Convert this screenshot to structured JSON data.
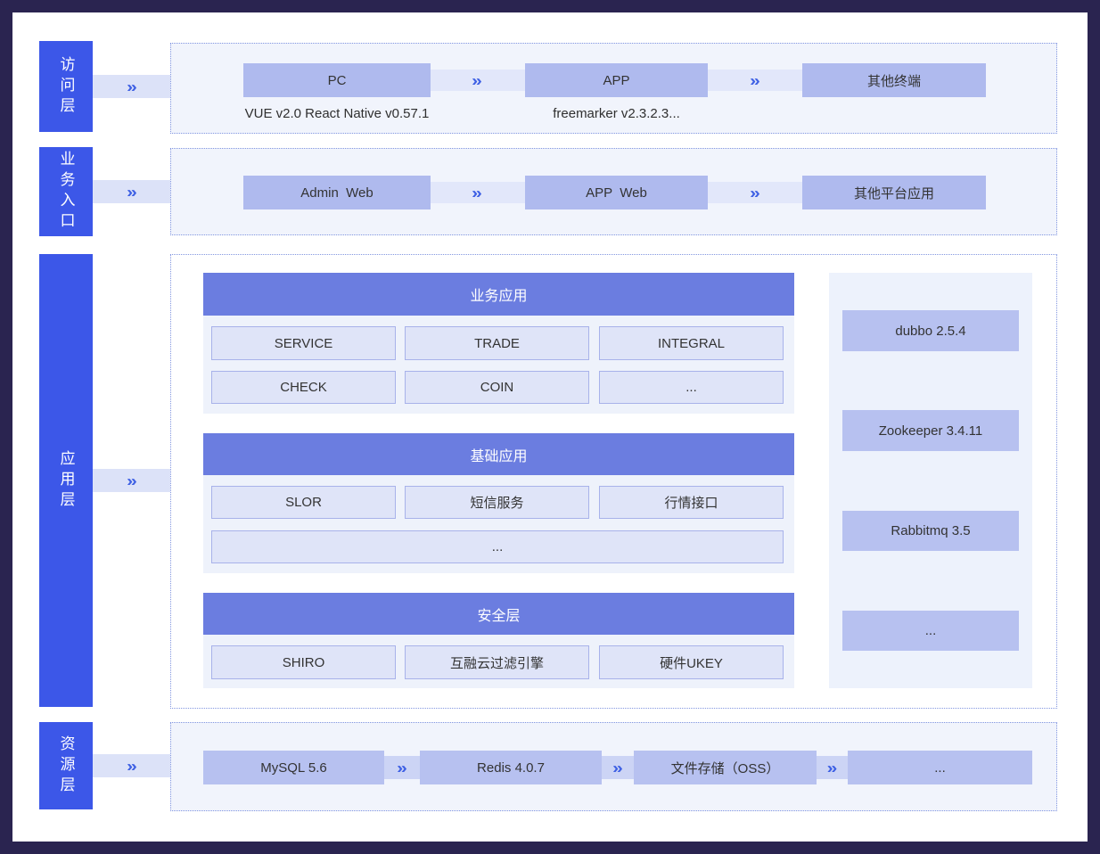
{
  "icons": {
    "chevron": "»"
  },
  "colors": {
    "frame": "#2a2450",
    "sidebar_blue": "#3c57e8",
    "section_header_purple": "#6b7de0",
    "box_periwinkle": "#afbaee",
    "chevron_blue": "#3e60e4"
  },
  "sidebar": {
    "layers": [
      {
        "label": "访问层"
      },
      {
        "label": "业务入口"
      },
      {
        "label": "应用层"
      },
      {
        "label": "资源层"
      }
    ]
  },
  "panels": {
    "access": {
      "boxes": [
        {
          "label": "PC",
          "note": "VUE v2.0 React Native v0.57.1"
        },
        {
          "label": "APP",
          "note": "freemarker v2.3.2.3..."
        },
        {
          "label": "其他终端"
        }
      ]
    },
    "entry": {
      "boxes": [
        {
          "label": "Admin  Web"
        },
        {
          "label": "APP  Web"
        },
        {
          "label": "其他平台应用"
        }
      ]
    },
    "application": {
      "sections": [
        {
          "title": "业务应用",
          "cells": [
            "SERVICE",
            "TRADE",
            "INTEGRAL",
            "CHECK",
            "COIN",
            "..."
          ]
        },
        {
          "title": "基础应用",
          "cells": [
            "SLOR",
            "短信服务",
            "行情接口"
          ],
          "wide_cell": "..."
        },
        {
          "title": "安全层",
          "cells": [
            "SHIRO",
            "互融云过滤引擎",
            "硬件UKEY"
          ]
        }
      ],
      "middleware": [
        {
          "label": "dubbo 2.5.4"
        },
        {
          "label": "Zookeeper 3.4.11"
        },
        {
          "label": "Rabbitmq 3.5"
        },
        {
          "label": "..."
        }
      ]
    },
    "resource": {
      "boxes": [
        {
          "label": "MySQL 5.6"
        },
        {
          "label": "Redis 4.0.7"
        },
        {
          "label": "文件存储（OSS）"
        },
        {
          "label": "..."
        }
      ]
    }
  }
}
